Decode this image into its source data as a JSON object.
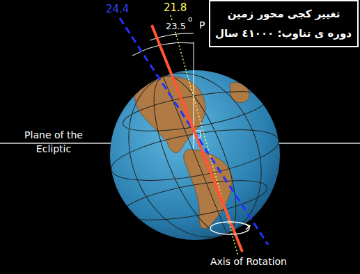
{
  "diagram": {
    "nodes": [
      {
        "text": [
          "تغییر کجی محور زمین",
          "دوره ی تناوب: ٤١٠٠٠ سال"
        ]
      }
    ],
    "labels": [
      "24.4",
      "21.8",
      "23.5",
      "o",
      "P",
      "Plane of the Ecliptic",
      "Axis of Rotation"
    ]
  }
}
